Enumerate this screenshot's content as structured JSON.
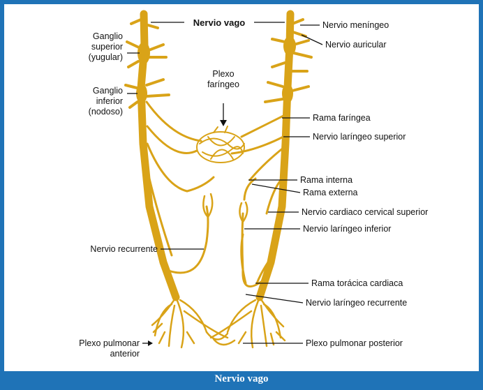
{
  "caption": "Nervio vago",
  "labels": {
    "nervio_vago": "Nervio vago",
    "nervio_meningeo": "Nervio meníngeo",
    "nervio_auricular": "Nervio auricular",
    "ganglio_superior": [
      "Ganglio",
      "superior",
      "(yugular)"
    ],
    "ganglio_inferior": [
      "Ganglio",
      "inferior",
      "(nodoso)"
    ],
    "plexo_faringeo": [
      "Plexo",
      "faríngeo"
    ],
    "rama_faringea": "Rama faríngea",
    "nervio_laringeo_superior": "Nervio laríngeo superior",
    "rama_interna": "Rama interna",
    "rama_externa": "Rama externa",
    "nervio_cardiaco_cervical_superior": "Nervio cardiaco cervical superior",
    "nervio_laringeo_inferior": "Nervio laríngeo inferior",
    "nervio_recurrente": "Nervio recurrente",
    "rama_toracica_cardiaca": "Rama torácica cardiaca",
    "nervio_laringeo_recurrente": "Nervio laríngeo recurrente",
    "plexo_pulmonar_anterior": [
      "Plexo pulmonar",
      "anterior"
    ],
    "plexo_pulmonar_posterior": "Plexo pulmonar posterior"
  },
  "colors": {
    "nerve": "#d9a318",
    "frame": "#1f73b7",
    "caption_text": "#ffffff",
    "label_text": "#111111"
  }
}
